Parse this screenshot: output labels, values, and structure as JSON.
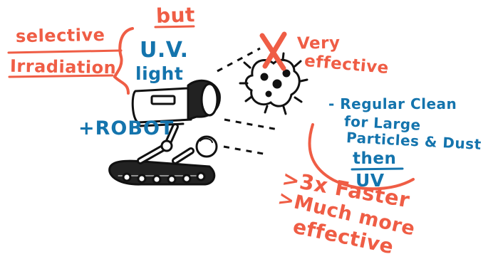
{
  "colors": {
    "red": "#ef5d45",
    "blue": "#1474ad",
    "ink": "#111111",
    "background": "#ffffff"
  },
  "labels": {
    "but": "but",
    "selective": "selective",
    "irradiation": "Irradiation",
    "uv": "U.V.",
    "light": "light",
    "very": "Very",
    "effective_top": "effective",
    "robot": "+ROBOT",
    "regular_clean": "- Regular Clean",
    "for_large": "for Large",
    "particles_dust": "Particles & Dust",
    "then": "then",
    "uv_short": "UV",
    "faster": ">3x Faster",
    "much_more": ">Much more",
    "effective_bottom": "effective"
  },
  "icons": {
    "robot": "uv-robot-icon",
    "germ": "germ-icon",
    "cross": "cross-mark-icon"
  }
}
